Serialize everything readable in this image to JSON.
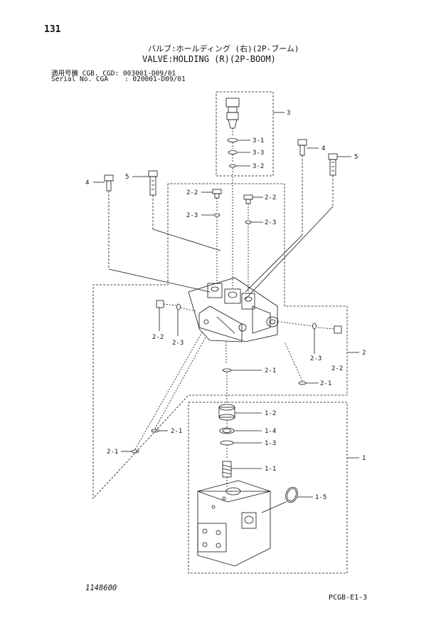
{
  "header": {
    "page_number": "131",
    "title_jp": "バルブ:ホールディング (右)(2P-ブーム)",
    "title_en": "VALVE:HOLDING (R)(2P-BOOM)",
    "serial_line_1": "適用号機 CGB. CGD: 003001-D09/01",
    "serial_line_2": "Serial No. CGA    : 020001-D09/01"
  },
  "footer": {
    "drawing_number": "1148600",
    "page_code": "PCGB-E1-3"
  },
  "callouts": {
    "c3": "3",
    "c3_1": "3-1",
    "c3_3": "3-3",
    "c3_2": "3-2",
    "c4_right": "4",
    "c5_right": "5",
    "c4_left": "4",
    "c5_left": "5",
    "c2_2_top_left": "2-2",
    "c2_3_top_left": "2-3",
    "c2_2_top_right": "2-2",
    "c2_3_top_right": "2-3",
    "c2_2_mid_left": "2-2",
    "c2_3_mid_left": "2-3",
    "c2_3_mid_right": "2-3",
    "c2": "2",
    "c2_2_mid_right": "2-2",
    "c2_1_center": "2-1",
    "c2_1_right": "2-1",
    "c2_1_left_a": "2-1",
    "c2_1_left_b": "2-1",
    "c1_2": "1-2",
    "c1_4": "1-4",
    "c1_3": "1-3",
    "c1": "1",
    "c1_1": "1-1",
    "c1_5": "1-5"
  }
}
